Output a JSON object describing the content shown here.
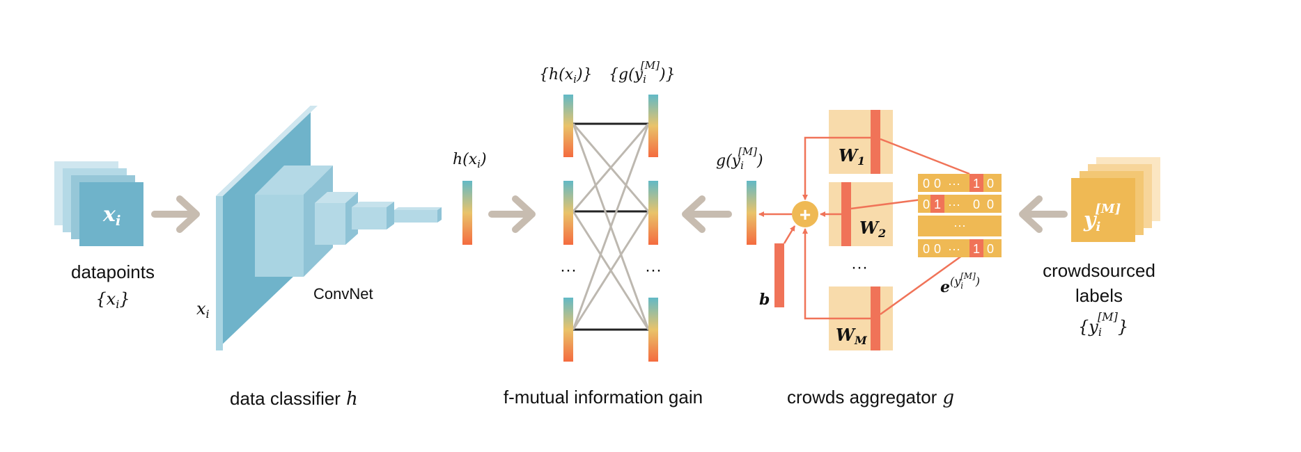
{
  "input": {
    "box_label": "x",
    "box_label_sub": "i",
    "caption_line1": "datapoints",
    "caption_line2": "{x",
    "caption_line2_sub": "i",
    "caption_line2_end": "}"
  },
  "classifier": {
    "input_label": "x",
    "input_label_sub": "i",
    "convnet_label": "ConvNet",
    "output_label": "h(x",
    "output_label_sub": "i",
    "output_label_end": ")",
    "caption": "data classifier",
    "caption_var": "h"
  },
  "mutual_info": {
    "left_header": "{h(x",
    "left_header_sub": "i",
    "left_header_end": ")}",
    "right_header": "{g(y",
    "right_header_sub": "i",
    "right_header_sup": "[M]",
    "right_header_end": ")}",
    "dots_left": "···",
    "dots_right": "···",
    "caption": "f-mutual information gain"
  },
  "aggregator": {
    "output_label": "g(y",
    "output_label_sub": "i",
    "output_label_sup": "[M]",
    "output_label_end": ")",
    "sum_symbol": "+",
    "bias_label": "b",
    "w1_label": "W",
    "w1_sub": "1",
    "w2_label": "W",
    "w2_sub": "2",
    "wm_label": "W",
    "wm_sub": "M",
    "w_dots": "···",
    "row1": [
      "0",
      "0",
      "···",
      "1",
      "0"
    ],
    "row2": [
      "0",
      "1",
      "···",
      "0",
      "0"
    ],
    "row_dots": "···",
    "row3": [
      "0",
      "0",
      "···",
      "1",
      "0"
    ],
    "e_label": "e",
    "e_sup": "(y",
    "e_sup_sub": "i",
    "e_sup_sup": "[M]",
    "e_sup_end": ")",
    "caption": "crowds aggregator",
    "caption_var": "g"
  },
  "labels": {
    "box_label": "y",
    "box_label_sub": "i",
    "box_label_sup": "[M]",
    "caption_line1": "crowdsourced",
    "caption_line2": "labels",
    "caption_line3": "{y",
    "caption_line3_sub": "i",
    "caption_line3_sup": "[M]",
    "caption_line3_end": "}"
  },
  "colors": {
    "blue": "#6fb3ca",
    "light_blue": "#a9d4e2",
    "arrow_gray": "#c7bcb0",
    "orange": "#f07358",
    "wheat": "#f8dbab",
    "gold": "#efb954"
  }
}
